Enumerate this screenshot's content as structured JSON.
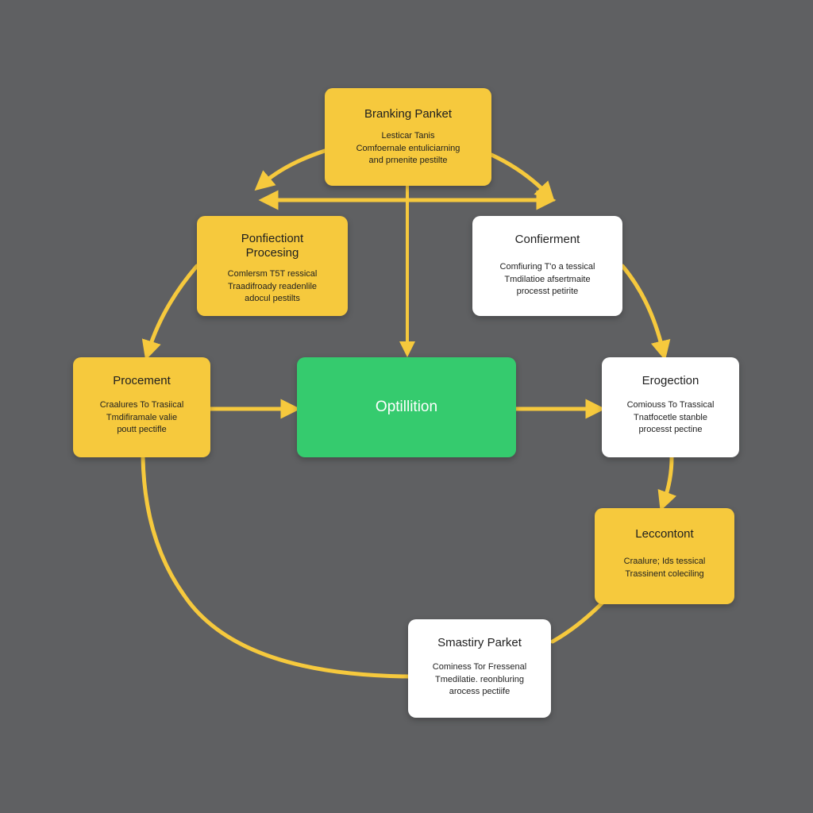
{
  "diagram": {
    "colors": {
      "background": "#5f6062",
      "connector": "#f6c93d",
      "node_yellow": "#f6c93d",
      "node_white": "#ffffff",
      "node_green": "#35cb6e"
    },
    "nodes": {
      "top": {
        "title": "Branking Panket",
        "body": "Lesticar Tanis\nComfoernale entuliciarning\nand prnenite pestilte",
        "color": "yellow"
      },
      "left": {
        "title": "Ponfiectiont\nProcesing",
        "body": "Comlersm T5T ressical\nTraadifroady readenlile\nadocul pestilts",
        "color": "yellow"
      },
      "right": {
        "title": "Confierment",
        "body": "Comfiuring T'o a tessical\nTmdilatioe afsertmaite\nprocesst petirite",
        "color": "white"
      },
      "middle_left": {
        "title": "Procement",
        "body": "Craalures To Trasiical\nTmdifiramale valie\npoutt pectifle",
        "color": "yellow"
      },
      "center": {
        "title": "Optillition",
        "color": "green"
      },
      "middle_right": {
        "title": "Erogection",
        "body": "Comiouss To Trassical\nTnatfocetle stanble\nprocesst pectine",
        "color": "white"
      },
      "lower_right": {
        "title": "Leccontont",
        "body": "Craalure; Ids tessical\nTrassinent coleciling",
        "color": "yellow"
      },
      "bottom": {
        "title": "Smastiry Parket",
        "body": "Cominess Tor Fressenal\nTmedilatie. reonbluring\narocess pectiife",
        "color": "white"
      }
    }
  }
}
